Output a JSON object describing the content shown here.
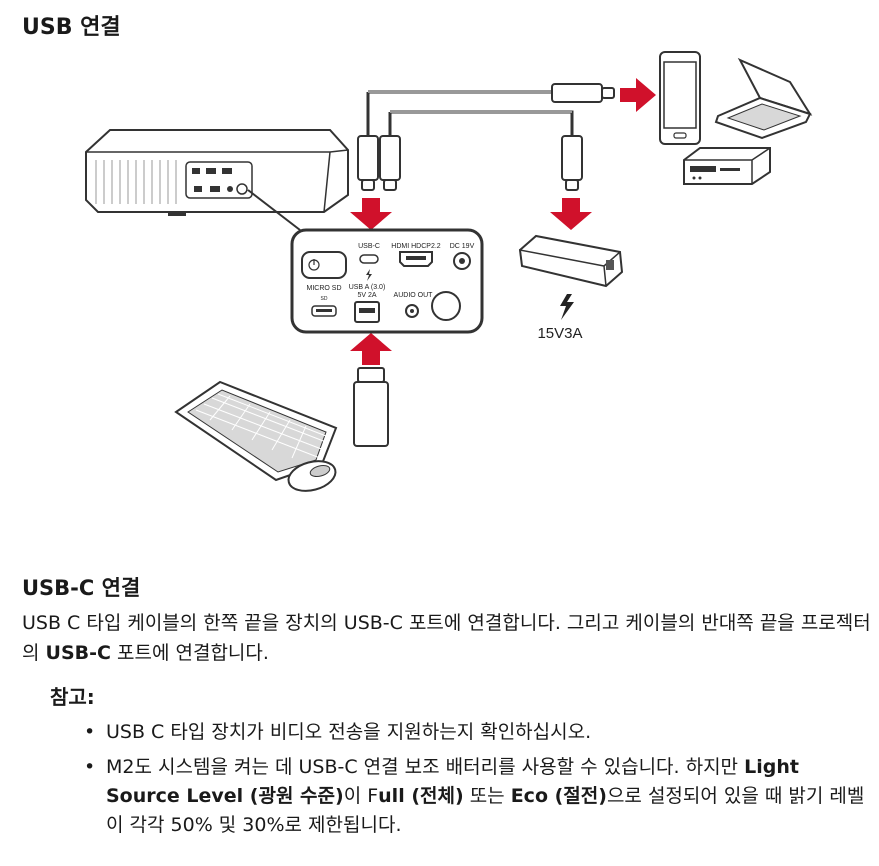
{
  "heading": "USB 연결",
  "diagram": {
    "port_labels": {
      "usbc": "USB-C",
      "hdmi": "HDMI HDCP2.2",
      "dc": "DC 19V",
      "microsd": "MICRO SD",
      "sd": "SD",
      "usba_line1": "USB A (3.0)",
      "usba_line2": "5V 2A",
      "audio": "AUDIO OUT"
    },
    "power_bank_label": "15V3A",
    "colors": {
      "arrow": "#d0112b",
      "line": "#333333"
    }
  },
  "section": {
    "title": "USB-C 연결",
    "para_part1": "USB C 타입 케이블의 한쪽 끝을 장치의 USB-C 포트에 연결합니다. 그리고 케이블의 반대쪽 끝을 프로젝터의 ",
    "para_bold": "USB-C",
    "para_part2": " 포트에 연결합니다."
  },
  "note": {
    "title": "참고:",
    "item1": "USB C 타입 장치가 비디오 전송을 지원하는지 확인하십시오.",
    "item2_a": "M2도 시스템을 켜는 데 USB-C 연결 보조 배터리를 사용할 수 있습니다. 하지만 ",
    "item2_b": "Light Source Level (광원 수준)",
    "item2_c": "이 F",
    "item2_d": "ull (전체)",
    "item2_e": " 또는 ",
    "item2_f": "Eco (절전)",
    "item2_g": "으로 설정되어 있을 때 밝기 레벨이 각각 50% 및 30%로 제한됩니다."
  }
}
